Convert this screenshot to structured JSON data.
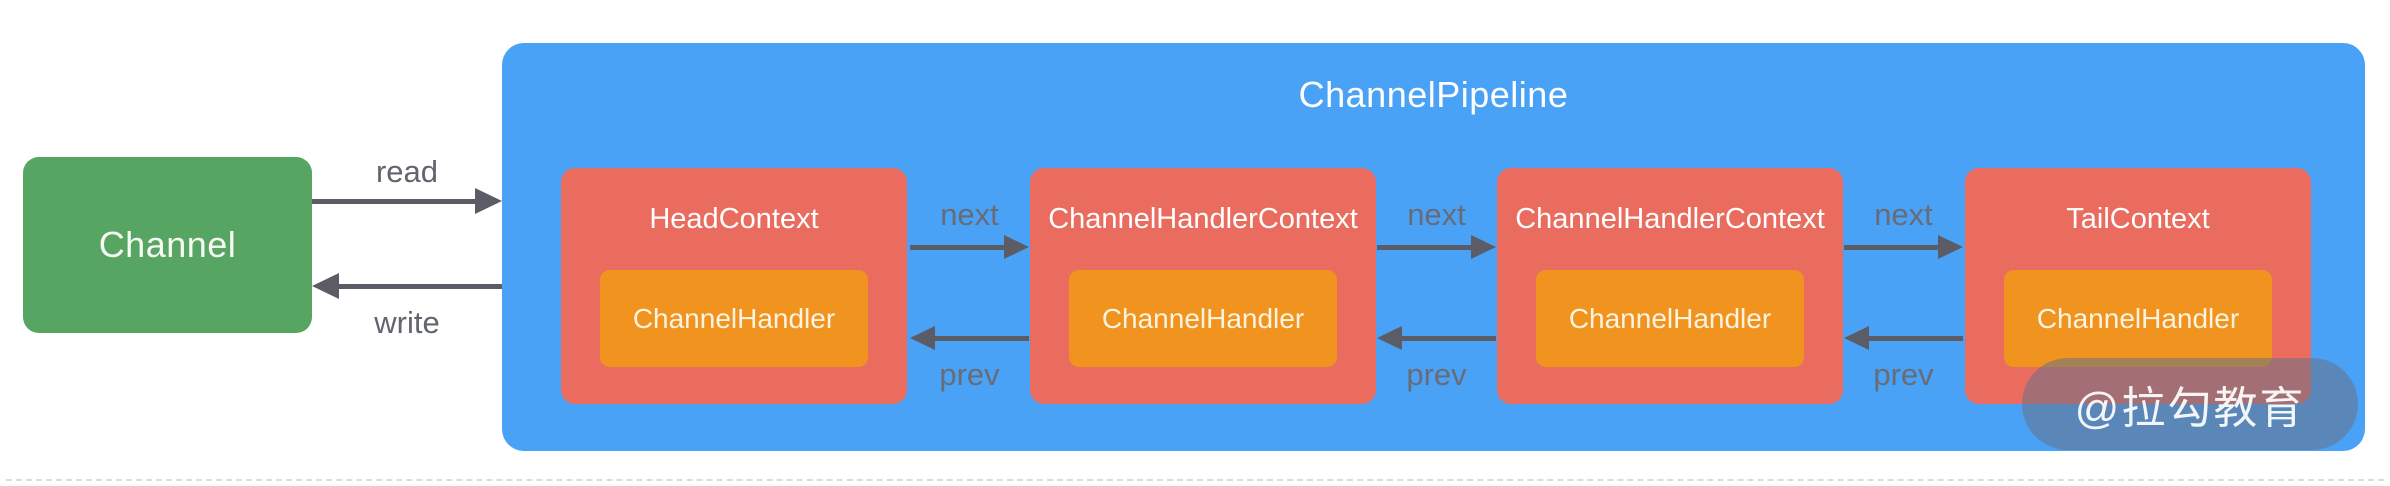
{
  "diagram": {
    "channel": {
      "label": "Channel"
    },
    "io": {
      "read_label": "read",
      "write_label": "write"
    },
    "pipeline": {
      "title": "ChannelPipeline"
    },
    "contexts": [
      {
        "title": "HeadContext",
        "handler_label": "ChannelHandler"
      },
      {
        "title": "ChannelHandlerContext",
        "handler_label": "ChannelHandler"
      },
      {
        "title": "ChannelHandlerContext",
        "handler_label": "ChannelHandler"
      },
      {
        "title": "TailContext",
        "handler_label": "ChannelHandler"
      }
    ],
    "links": [
      {
        "next_label": "next",
        "prev_label": "prev"
      },
      {
        "next_label": "next",
        "prev_label": "prev"
      },
      {
        "next_label": "next",
        "prev_label": "prev"
      }
    ],
    "watermark": {
      "text": "@拉勾教育"
    },
    "colors": {
      "pipeline_blue": "#4AA2F6",
      "context_red": "#EA6C5F",
      "handler_orange": "#F0941F",
      "channel_green": "#57A563",
      "arrow_gray": "#5B5C66",
      "label_gray": "#62656E"
    }
  }
}
